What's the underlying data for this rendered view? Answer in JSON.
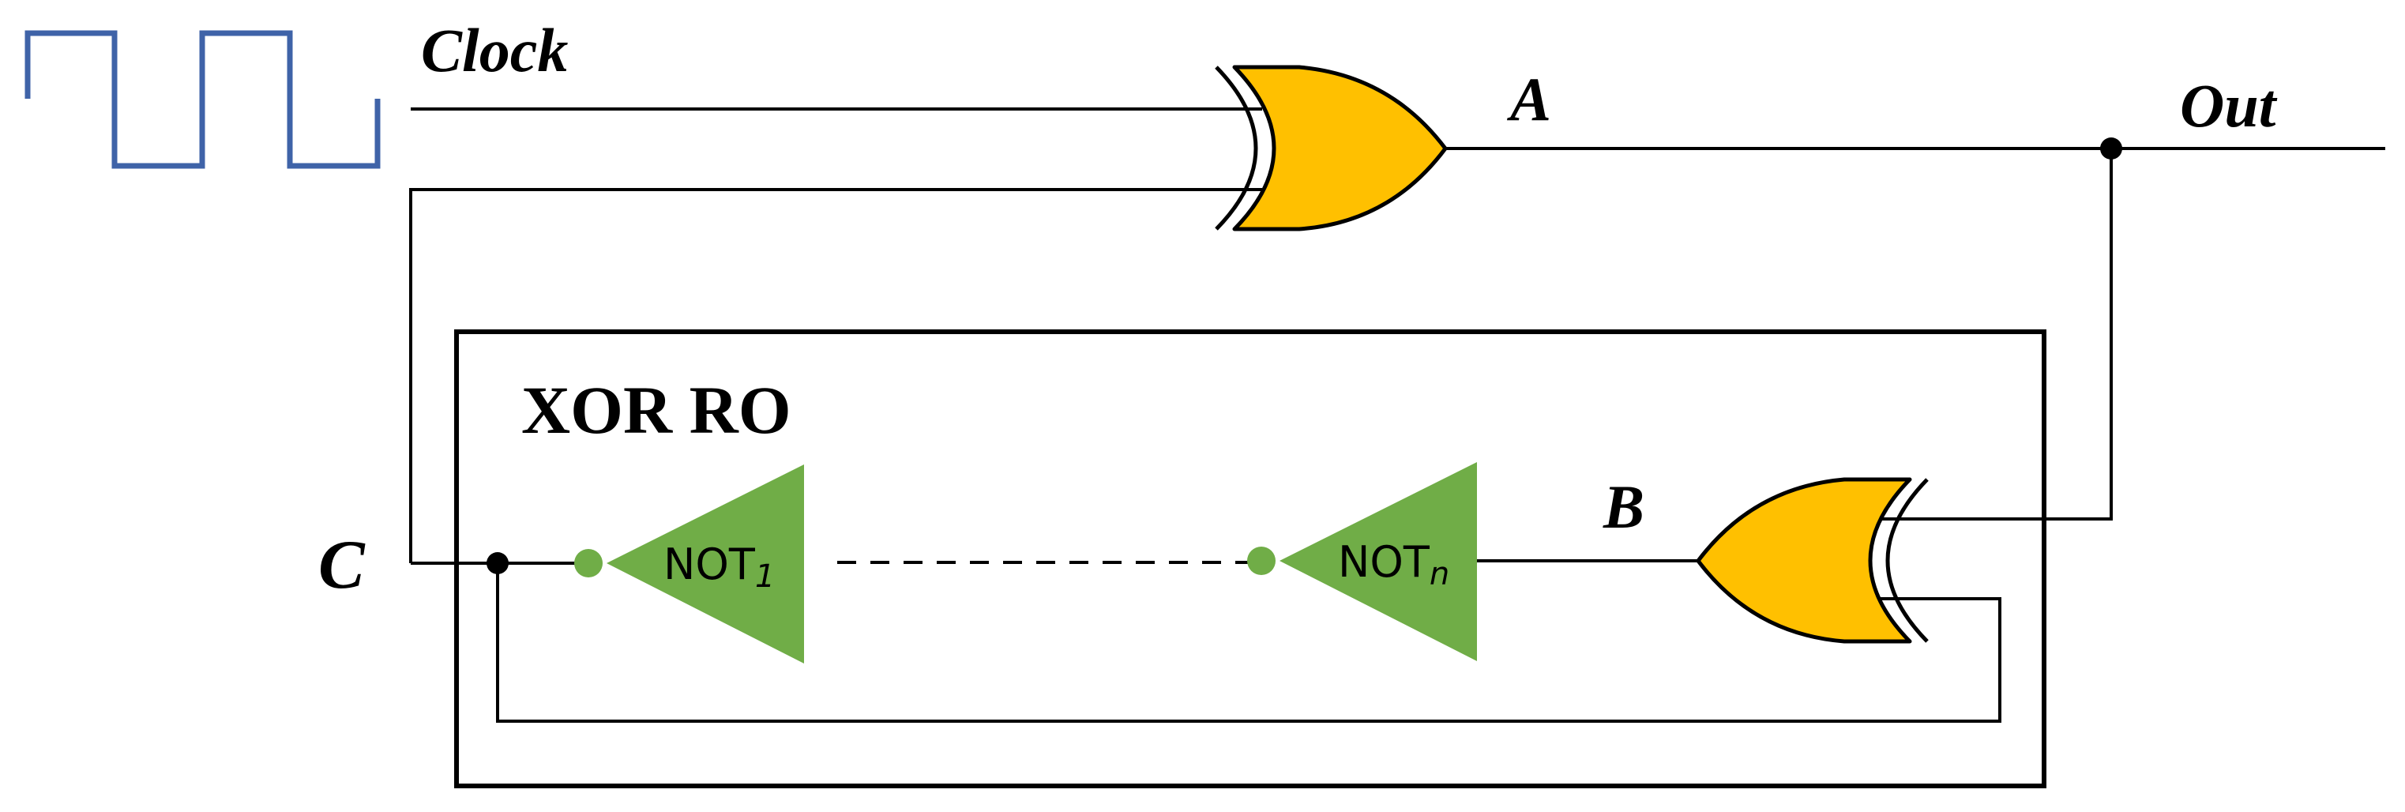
{
  "labels": {
    "clock": "Clock",
    "a": "A",
    "out": "Out",
    "b": "B",
    "c": "C"
  },
  "box_title": "XOR RO",
  "not_gates": [
    {
      "base": "NOT",
      "subscript": "1"
    },
    {
      "base": "NOT",
      "subscript": "n"
    }
  ],
  "colors": {
    "xor_gate_fill": "#FFC000",
    "not_gate_fill": "#70AD47",
    "clock_signal": "#3F63A8"
  }
}
